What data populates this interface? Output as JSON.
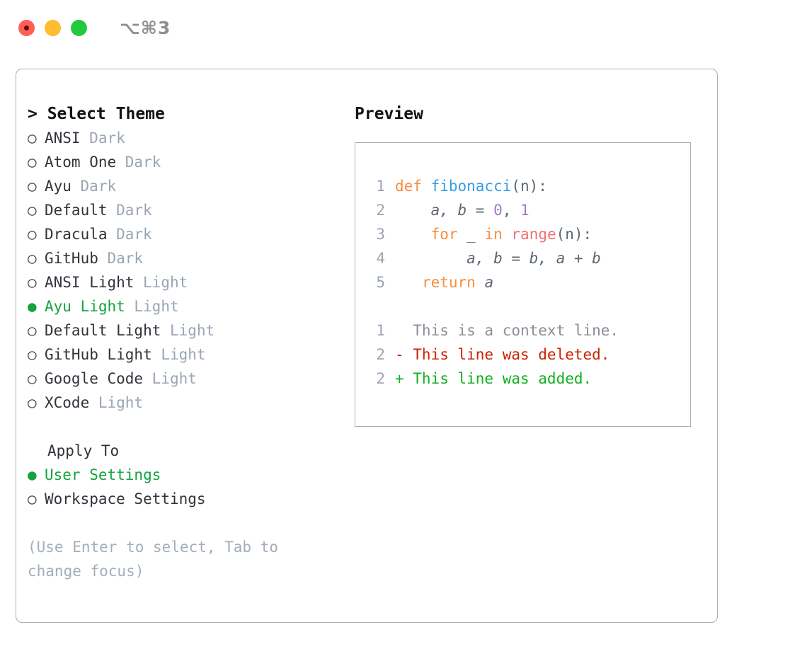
{
  "titlebar": {
    "shortcut": "⌥⌘3",
    "lights": [
      {
        "name": "close",
        "color": "#ff5f56"
      },
      {
        "name": "minimize",
        "color": "#febc2e"
      },
      {
        "name": "maximize",
        "color": "#22c93f"
      }
    ]
  },
  "theme_picker": {
    "header": "> Select Theme",
    "unselected_marker": "○",
    "selected_marker": "●",
    "items": [
      {
        "marker": "○",
        "name": "ANSI",
        "suffix": "Dark",
        "selected": false
      },
      {
        "marker": "○",
        "name": "Atom One",
        "suffix": "Dark",
        "selected": false
      },
      {
        "marker": "○",
        "name": "Ayu",
        "suffix": "Dark",
        "selected": false
      },
      {
        "marker": "○",
        "name": "Default",
        "suffix": "Dark",
        "selected": false
      },
      {
        "marker": "○",
        "name": "Dracula",
        "suffix": "Dark",
        "selected": false
      },
      {
        "marker": "○",
        "name": "GitHub",
        "suffix": "Dark",
        "selected": false
      },
      {
        "marker": "○",
        "name": "ANSI Light",
        "suffix": "Light",
        "selected": false
      },
      {
        "marker": "●",
        "name": "Ayu Light",
        "suffix": "Light",
        "selected": true
      },
      {
        "marker": "○",
        "name": "Default Light",
        "suffix": "Light",
        "selected": false
      },
      {
        "marker": "○",
        "name": "GitHub Light",
        "suffix": "Light",
        "selected": false
      },
      {
        "marker": "○",
        "name": "Google Code",
        "suffix": "Light",
        "selected": false
      },
      {
        "marker": "○",
        "name": "XCode",
        "suffix": "Light",
        "selected": false
      }
    ]
  },
  "apply_to": {
    "header": "Apply To",
    "items": [
      {
        "marker": "●",
        "name": "User Settings",
        "selected": true
      },
      {
        "marker": "○",
        "name": "Workspace Settings",
        "selected": false
      }
    ]
  },
  "hint": "(Use Enter to select, Tab to change focus)",
  "preview": {
    "title": "Preview",
    "code_lines": [
      {
        "no": "1",
        "tokens": [
          {
            "text": "def ",
            "cls": "t-kw"
          },
          {
            "text": "fibonacci",
            "cls": "t-fn"
          },
          {
            "text": "(n):",
            "cls": "t-punc"
          }
        ]
      },
      {
        "no": "2",
        "tokens": [
          {
            "text": "    a, b = ",
            "cls": "t-var"
          },
          {
            "text": "0",
            "cls": "t-num"
          },
          {
            "text": ", ",
            "cls": "t-punc"
          },
          {
            "text": "1",
            "cls": "t-num"
          }
        ]
      },
      {
        "no": "3",
        "tokens": [
          {
            "text": "    ",
            "cls": "t-punc"
          },
          {
            "text": "for",
            "cls": "t-kw"
          },
          {
            "text": " _ ",
            "cls": "t-var"
          },
          {
            "text": "in",
            "cls": "t-kw"
          },
          {
            "text": " ",
            "cls": "t-punc"
          },
          {
            "text": "range",
            "cls": "t-call"
          },
          {
            "text": "(n):",
            "cls": "t-punc"
          }
        ]
      },
      {
        "no": "4",
        "tokens": [
          {
            "text": "        a, b = b, a + b",
            "cls": "t-var"
          }
        ]
      },
      {
        "no": "5",
        "tokens": [
          {
            "text": "   ",
            "cls": "t-punc"
          },
          {
            "text": "return",
            "cls": "t-kw"
          },
          {
            "text": " a",
            "cls": "t-var"
          }
        ]
      }
    ],
    "diff_lines": [
      {
        "no": "1",
        "text": "  This is a context line.",
        "kind": "context"
      },
      {
        "no": "2",
        "text": "- This line was deleted.",
        "kind": "deleted"
      },
      {
        "no": "2",
        "text": "+ This line was added.",
        "kind": "added"
      }
    ]
  },
  "colors": {
    "accent_green": "#13a33f",
    "muted": "#9aa5b4",
    "border": "#a5b0bd",
    "keyword": "#fa8d3e",
    "function": "#399ee6",
    "number": "#a37acc",
    "call": "#f07171",
    "variable": "#5c6773",
    "diff_deleted": "#cc2200",
    "diff_added": "#10b020",
    "diff_context": "#8a8f96"
  }
}
